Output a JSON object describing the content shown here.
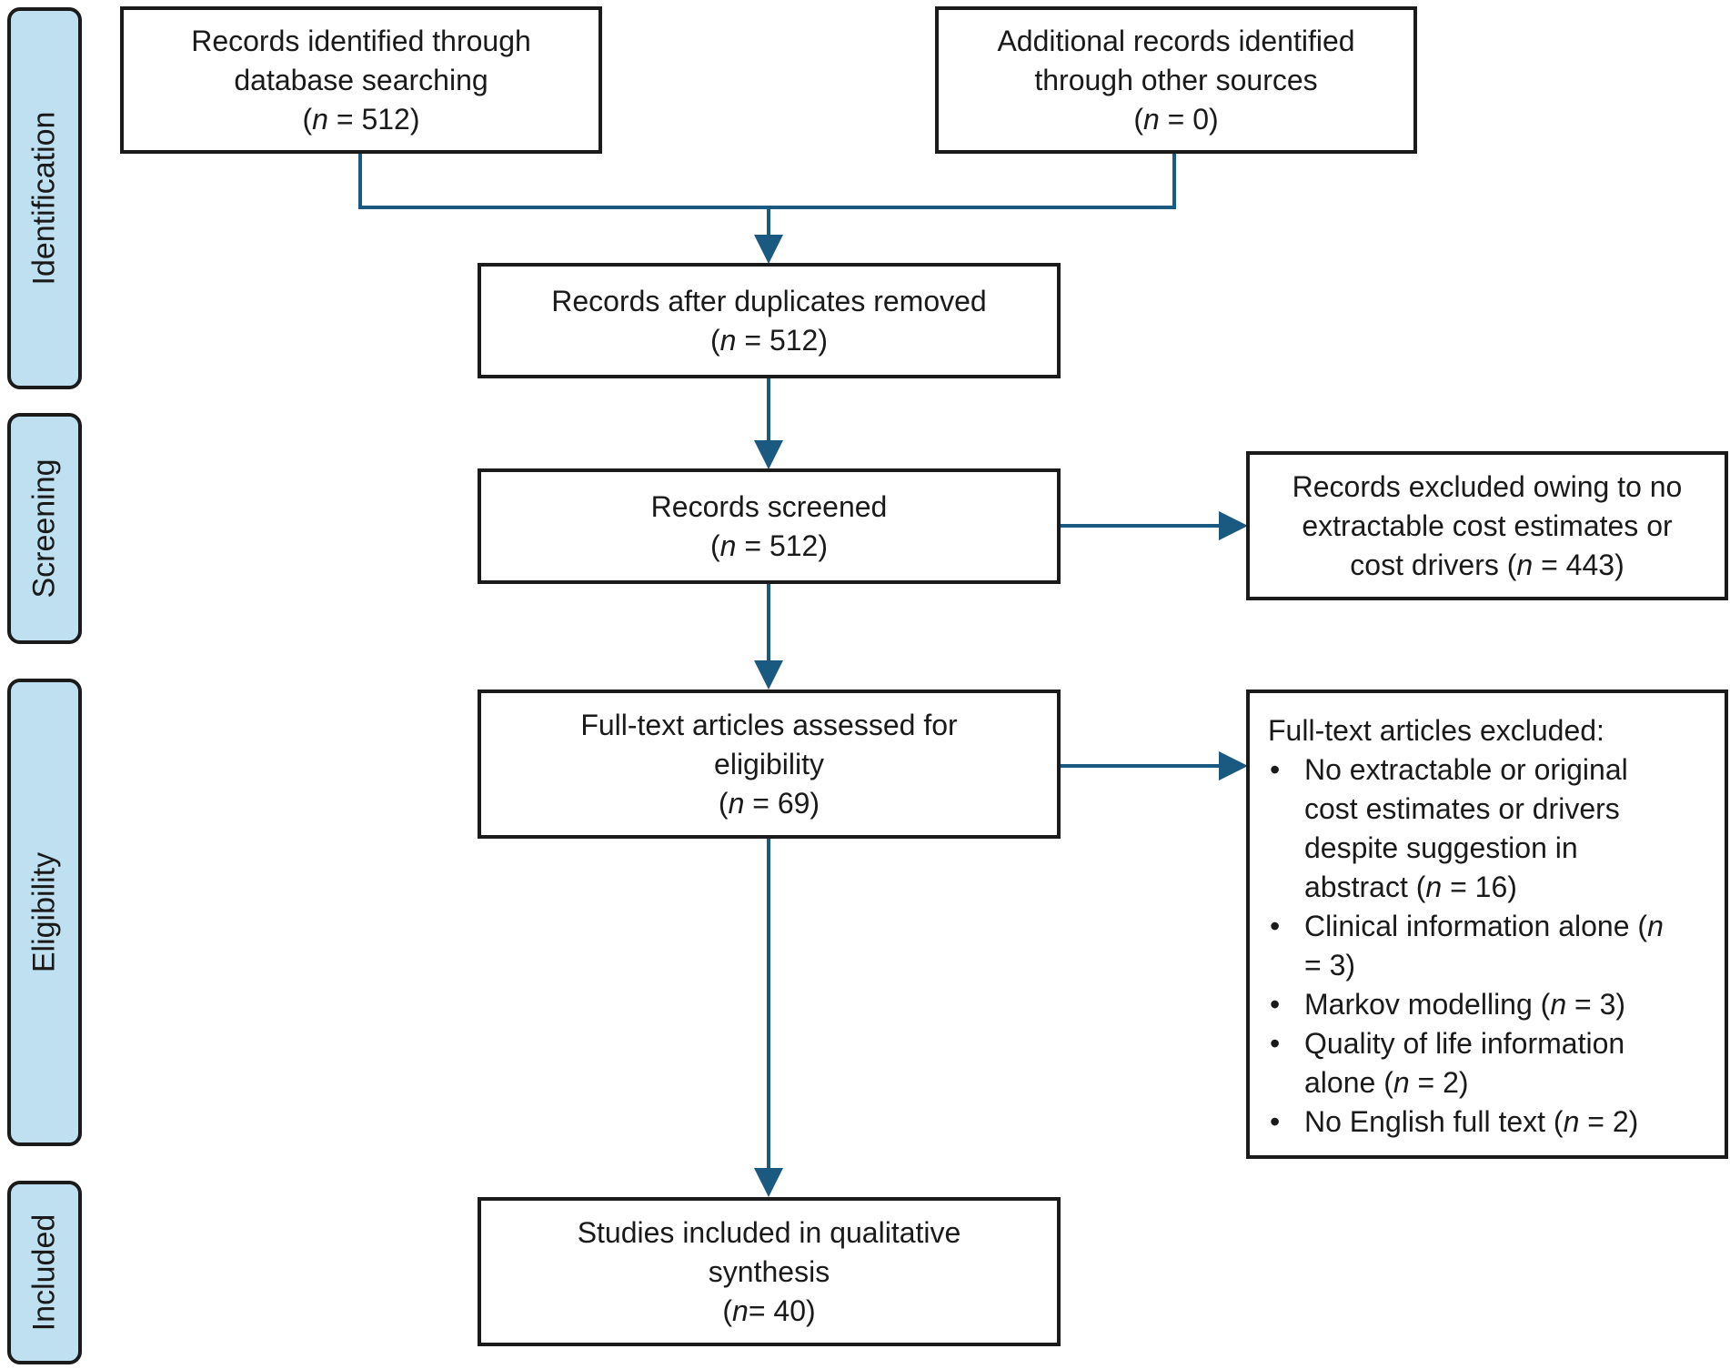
{
  "phases": [
    {
      "id": "identification",
      "label": "Identification"
    },
    {
      "id": "screening",
      "label": "Screening"
    },
    {
      "id": "eligibility",
      "label": "Eligibility"
    },
    {
      "id": "included",
      "label": "Included"
    }
  ],
  "boxes": {
    "database_records": {
      "lines": [
        "Records identified through",
        "database searching"
      ],
      "n_prefix": "(",
      "n_var": "n",
      "n_value": " = 512)"
    },
    "other_records": {
      "lines": [
        "Additional records identified",
        "through other sources"
      ],
      "n_prefix": "(",
      "n_var": "n",
      "n_value": " = 0)"
    },
    "duplicates_removed": {
      "lines": [
        "Records after duplicates removed"
      ],
      "n_prefix": "(",
      "n_var": "n",
      "n_value": " = 512)"
    },
    "screened": {
      "lines": [
        "Records screened"
      ],
      "n_prefix": "(",
      "n_var": "n",
      "n_value": " = 512)"
    },
    "fulltext_assessed": {
      "lines": [
        "Full-text articles assessed for",
        "eligibility"
      ],
      "n_prefix": "(",
      "n_var": "n",
      "n_value": " = 69)"
    },
    "included": {
      "lines": [
        "Studies included in qualitative",
        "synthesis"
      ],
      "n_prefix": "(",
      "n_var": "n",
      "n_value": "= 40)"
    }
  },
  "screening_exclusion": {
    "lines": [
      "Records excluded owing to no",
      "extractable cost estimates or"
    ],
    "last_line_text": "cost drivers (",
    "n_var": "n",
    "n_value": " = 443)"
  },
  "fulltext_exclusion": {
    "heading": "Full-text articles excluded:",
    "items": [
      {
        "lines": [
          "No extractable or original",
          "cost estimates or drivers",
          "despite suggestion in"
        ],
        "last_text": "abstract (",
        "n_var": "n",
        "n_value": " = 16)"
      },
      {
        "lines": [],
        "last_text": "Clinical information alone (",
        "n_var": "n",
        "n_value": "",
        "tail_line": "= 3)"
      },
      {
        "lines": [],
        "last_text": "Markov modelling (",
        "n_var": "n",
        "n_value": " = 3)"
      },
      {
        "lines": [
          "Quality of life information"
        ],
        "last_text": "alone (",
        "n_var": "n",
        "n_value": " = 2)"
      },
      {
        "lines": [],
        "last_text": "No English full text (",
        "n_var": "n",
        "n_value": " = 2)"
      }
    ]
  },
  "colors": {
    "connector": "#1a5a80",
    "phase_fill": "#bfe0f1",
    "border": "#1b1b1b"
  }
}
